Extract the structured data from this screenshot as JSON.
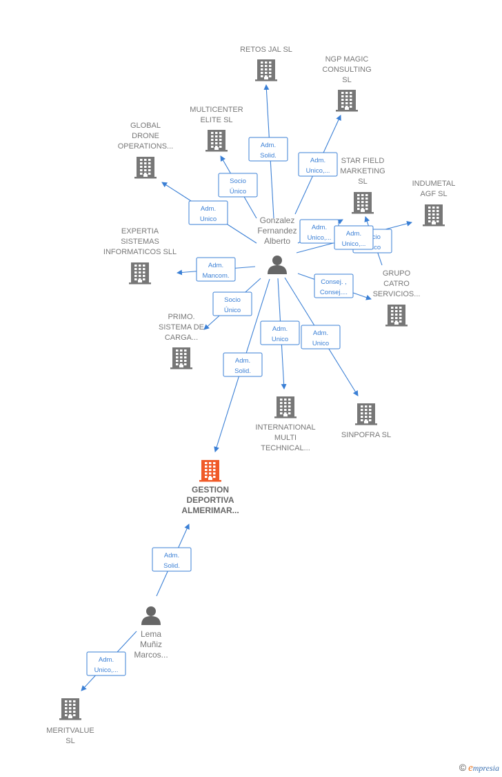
{
  "colors": {
    "edge": "#3a7fd5",
    "company": "#777777",
    "focus": "#f05a28",
    "person": "#666666"
  },
  "people": [
    {
      "id": "gonzalez",
      "lines": [
        "Gonzalez",
        "Fernandez",
        "Alberto"
      ],
      "icon": "person-icon"
    },
    {
      "id": "lema",
      "lines": [
        "Lema",
        "Muñiz",
        "Marcos..."
      ],
      "icon": "person-icon"
    }
  ],
  "companies": [
    {
      "id": "retos",
      "lines": [
        "RETOS JAL  SL"
      ],
      "focus": false,
      "icon": "building-icon"
    },
    {
      "id": "ngp",
      "lines": [
        "NGP MAGIC",
        "CONSULTING",
        "SL"
      ],
      "focus": false,
      "icon": "building-icon"
    },
    {
      "id": "multicenter",
      "lines": [
        "MULTICENTER",
        "ELITE  SL"
      ],
      "focus": false,
      "icon": "building-icon"
    },
    {
      "id": "global",
      "lines": [
        "GLOBAL",
        "DRONE",
        "OPERATIONS..."
      ],
      "focus": false,
      "icon": "building-icon"
    },
    {
      "id": "starfield",
      "lines": [
        "STAR FIELD",
        "MARKETING",
        "SL"
      ],
      "focus": false,
      "icon": "building-icon"
    },
    {
      "id": "indumetal",
      "lines": [
        "INDUMETAL",
        "AGF  SL"
      ],
      "focus": false,
      "icon": "building-icon"
    },
    {
      "id": "expertia",
      "lines": [
        "EXPERTIA",
        "SISTEMAS",
        "INFORMATICOS SLL"
      ],
      "focus": false,
      "icon": "building-icon"
    },
    {
      "id": "grupo",
      "lines": [
        "GRUPO",
        "CATRO",
        "SERVICIOS..."
      ],
      "focus": false,
      "icon": "building-icon"
    },
    {
      "id": "primo",
      "lines": [
        "PRIMO.",
        "SISTEMA DE",
        "CARGA..."
      ],
      "focus": false,
      "icon": "building-icon"
    },
    {
      "id": "international",
      "lines": [
        "INTERNATIONAL",
        "MULTI",
        "TECHNICAL..."
      ],
      "focus": false,
      "icon": "building-icon"
    },
    {
      "id": "sinpofra",
      "lines": [
        "SINPOFRA  SL"
      ],
      "focus": false,
      "icon": "building-icon"
    },
    {
      "id": "gestion",
      "lines": [
        "GESTION",
        "DEPORTIVA",
        "ALMERIMAR..."
      ],
      "focus": true,
      "icon": "building-icon"
    },
    {
      "id": "meritvalue",
      "lines": [
        "MERITVALUE",
        "SL"
      ],
      "focus": false,
      "icon": "building-icon"
    }
  ],
  "edges": [
    {
      "from": "gonzalez",
      "to": "retos",
      "label": [
        "Adm.",
        "Solid."
      ]
    },
    {
      "from": "gonzalez",
      "to": "ngp",
      "label": [
        "Adm.",
        "Unico,..."
      ]
    },
    {
      "from": "gonzalez",
      "to": "multicenter",
      "label": [
        "Socio",
        "Único"
      ]
    },
    {
      "from": "gonzalez",
      "to": "global",
      "label": [
        "Adm.",
        "Unico"
      ]
    },
    {
      "from": "gonzalez",
      "to": "starfield",
      "label": [
        "Adm.",
        "Unico,..."
      ]
    },
    {
      "from": "gonzalez",
      "to": "starfield",
      "label": [
        "Socio",
        "Único"
      ]
    },
    {
      "from": "gonzalez",
      "to": "indumetal",
      "label": [
        "Adm.",
        "Unico,..."
      ]
    },
    {
      "from": "gonzalez",
      "to": "expertia",
      "label": [
        "Adm.",
        "Mancom."
      ]
    },
    {
      "from": "gonzalez",
      "to": "grupo",
      "label": [
        "Consej. ,",
        "Consej...."
      ]
    },
    {
      "from": "gonzalez",
      "to": "primo",
      "label": [
        "Socio",
        "Único"
      ]
    },
    {
      "from": "gonzalez",
      "to": "international",
      "label": [
        "Adm.",
        "Unico"
      ]
    },
    {
      "from": "gonzalez",
      "to": "sinpofra",
      "label": [
        "Adm.",
        "Unico"
      ]
    },
    {
      "from": "gonzalez",
      "to": "gestion",
      "label": [
        "Adm.",
        "Solid."
      ]
    },
    {
      "from": "lema",
      "to": "gestion",
      "label": [
        "Adm.",
        "Solid."
      ]
    },
    {
      "from": "lema",
      "to": "meritvalue",
      "label": [
        "Adm.",
        "Unico,..."
      ]
    }
  ],
  "brand": {
    "copyright": "©",
    "first_letter": "e",
    "rest": "mpresia"
  }
}
